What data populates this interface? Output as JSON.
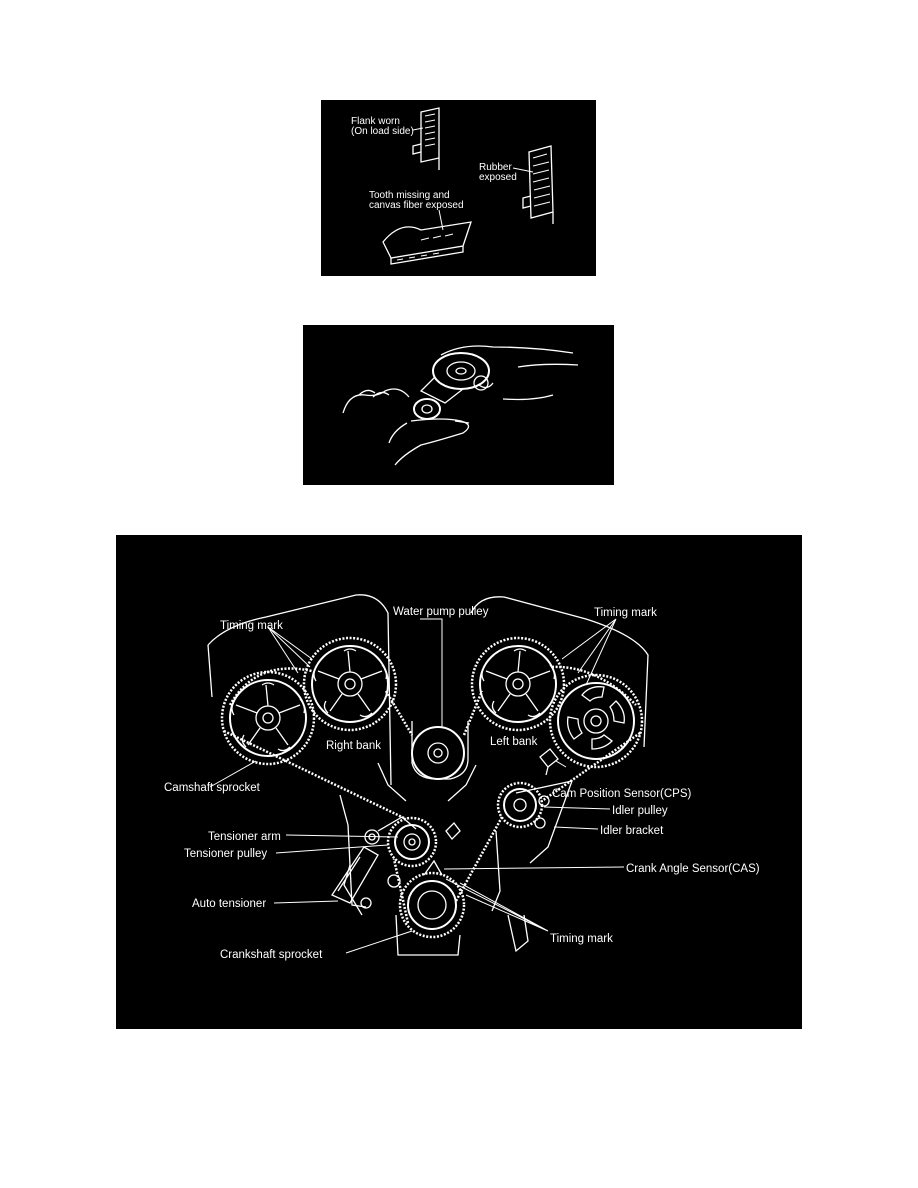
{
  "belt_wear_figure": {
    "labels": {
      "flank_worn_line1": "Flank worn",
      "flank_worn_line2": "(On load side)",
      "rubber_exposed_line1": "Rubber",
      "rubber_exposed_line2": "exposed",
      "tooth_missing_line1": "Tooth missing and",
      "tooth_missing_line2": "canvas fiber exposed"
    }
  },
  "tensioner_figure": {
    "description_text": ""
  },
  "timing_belt_figure": {
    "labels": {
      "water_pump_pulley": "Water pump pulley",
      "timing_mark_left": "Timing mark",
      "timing_mark_right": "Timing mark",
      "timing_mark_bottom": "Timing mark",
      "right_bank": "Right bank",
      "left_bank": "Left bank",
      "camshaft_sprocket": "Camshaft sprocket",
      "cam_position_sensor": "Cam Position Sensor(CPS)",
      "idler_pulley": "Idler pulley",
      "idler_bracket": "Idler bracket",
      "tensioner_arm": "Tensioner arm",
      "tensioner_pulley": "Tensioner pulley",
      "crank_angle_sensor": "Crank Angle Sensor(CAS)",
      "auto_tensioner": "Auto tensioner",
      "crankshaft_sprocket": "Crankshaft sprocket"
    }
  }
}
